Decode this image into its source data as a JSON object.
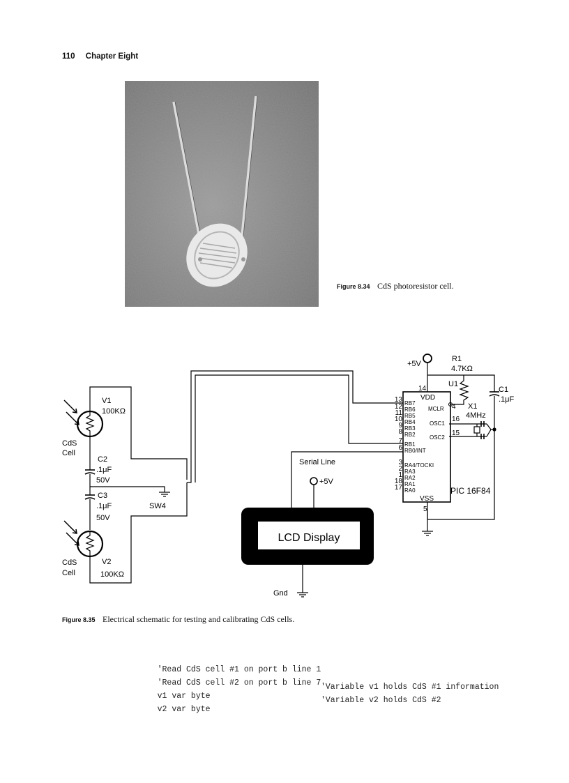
{
  "header": {
    "page_number": "110",
    "chapter": "Chapter Eight"
  },
  "figure_834": {
    "label": "Figure 8.34",
    "caption": "CdS photoresistor cell."
  },
  "figure_835": {
    "label": "Figure 8.35",
    "caption": "Electrical schematic for testing and calibrating CdS cells.",
    "labels": {
      "v1": "V1",
      "v1_value": "100KΩ",
      "cds_top_1": "CdS",
      "cds_top_2": "Cell",
      "c2": "C2",
      "c2_value": ".1μF",
      "c2_volt": "50V",
      "c3": "C3",
      "c3_value": ".1μF",
      "c3_volt": "50V",
      "sw4": "SW4",
      "cds_bot_1": "CdS",
      "cds_bot_2": "Cell",
      "v2": "V2",
      "v2_value": "100KΩ",
      "serial_line": "Serial Line",
      "lcd_5v": "+5V",
      "lcd_display": "LCD Display",
      "gnd": "Gnd",
      "vcc": "+5V",
      "r1": "R1",
      "r1_value": "4.7KΩ",
      "u1": "U1",
      "c1": "C1",
      "c1_value": ".1μF",
      "x1": "X1",
      "x1_value": "4MHz",
      "pin14": "14",
      "vdd": "VDD",
      "mclr": "MCLR",
      "pin4": "4",
      "pin16": "16",
      "osc1": "OSC1",
      "pin15": "15",
      "osc2": "OSC2",
      "pin13": "13",
      "rb7": "RB7",
      "pin12": "12",
      "rb6": "RB6",
      "pin11": "11",
      "rb5": "RB5",
      "pin10": "10",
      "rb4": "RB4",
      "pin9": "9",
      "rb3": "RB3",
      "pin8": "8",
      "rb2": "RB2",
      "pin7": "7",
      "rb1": "RB1",
      "pin6": "6",
      "rb0": "RB0/INT",
      "pin3": "3",
      "ra4": "RA4/TOCKI",
      "pin2": "2",
      "ra3": "RA3",
      "pin1": "1",
      "ra2": "RA2",
      "pin18": "18",
      "ra1": "RA1",
      "pin17": "17",
      "ra0": "RA0",
      "vss": "VSS",
      "pin5": "5",
      "chip": "PIC 16F84"
    }
  },
  "code": [
    {
      "text": "'Read CdS cell #1 on port b line 1",
      "comment": ""
    },
    {
      "text": "'Read CdS cell #2 on port b line 7",
      "comment": ""
    },
    {
      "text": "v1 var byte",
      "comment": "'Variable v1 holds CdS #1 information"
    },
    {
      "text": "v2 var byte",
      "comment": "'Variable v2 holds CdS #2"
    }
  ]
}
